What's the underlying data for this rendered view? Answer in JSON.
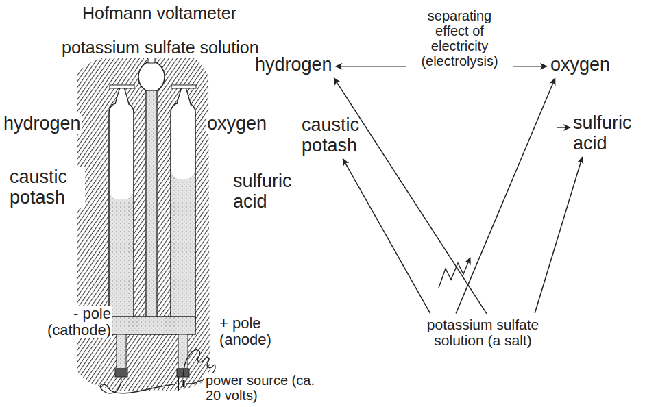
{
  "diagram": {
    "title": "Hofmann voltameter",
    "nodes": [
      {
        "text": [
          "hydrogen"
        ]
      },
      {
        "text": [
          "separating effect of electricity (electrolysis)"
        ]
      },
      {
        "text": [
          "oxygen"
        ]
      },
      {
        "text": [
          "caustic potash"
        ]
      },
      {
        "text": [
          "sulfuric acid"
        ]
      },
      {
        "text": [
          "potassium sulfate solution (a salt)"
        ]
      }
    ],
    "edges": [
      {
        "from": 1,
        "to": 0,
        "arrow": "to"
      },
      {
        "from": 1,
        "to": 2,
        "arrow": "to"
      },
      {
        "from": 5,
        "to": 0,
        "arrow": "to"
      },
      {
        "from": 5,
        "to": 2,
        "arrow": "to"
      },
      {
        "from": 5,
        "to": 3,
        "arrow": "to"
      },
      {
        "from": 5,
        "to": 4,
        "arrow": "to"
      }
    ],
    "labels": [
      "potassium sulfate solution",
      "hydrogen",
      "oxygen",
      "caustic potash",
      "sulfuric acid",
      "- pole (cathode)",
      "+ pole (anode)",
      "power source (ca. 20 volts)"
    ]
  }
}
